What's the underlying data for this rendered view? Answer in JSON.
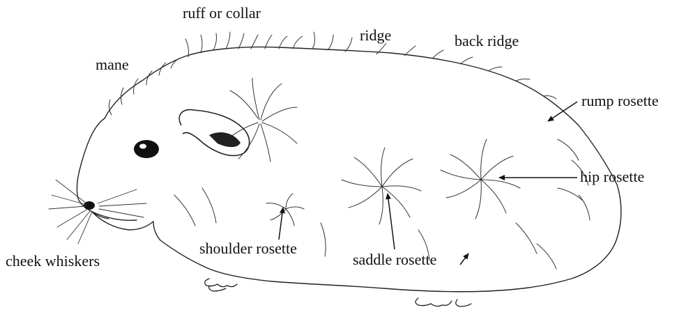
{
  "labels": {
    "ruff": "ruff or collar",
    "ridge": "ridge",
    "back_ridge": "back ridge",
    "mane": "mane",
    "rump_rosette": "rump rosette",
    "hip_rosette": "hip rosette",
    "shoulder_rosette": "shoulder rosette",
    "saddle_rosette": "saddle rosette",
    "cheek_whiskers": "cheek whiskers"
  },
  "colors": {
    "ink": "#111111",
    "background": "#ffffff"
  }
}
